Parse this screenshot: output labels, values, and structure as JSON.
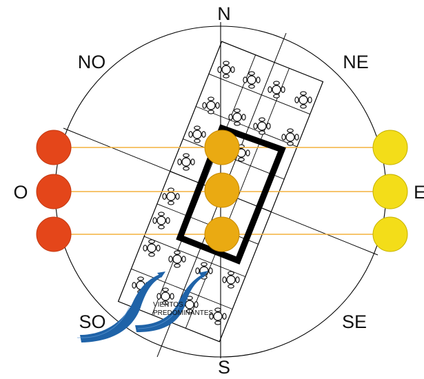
{
  "compass": {
    "north": "N",
    "south": "S",
    "east": "E",
    "west": "O",
    "northeast": "NE",
    "northwest": "NO",
    "southeast": "SE",
    "southwest": "SO"
  },
  "wind_label_line1": "VIENTOS",
  "wind_label_line2": "PREDOMINANTES",
  "colors": {
    "sunrise_sun": "#ffe81a",
    "sunset_sun": "#ef4a1c",
    "midday_sun": "#f6b313",
    "sun_path_line": "#f3b03c",
    "wind_arrow": "#1f63a8",
    "building_outline": "#000000"
  },
  "icons": [
    "table-with-chairs-icon",
    "wind-arrow-icon",
    "sun-icon"
  ]
}
